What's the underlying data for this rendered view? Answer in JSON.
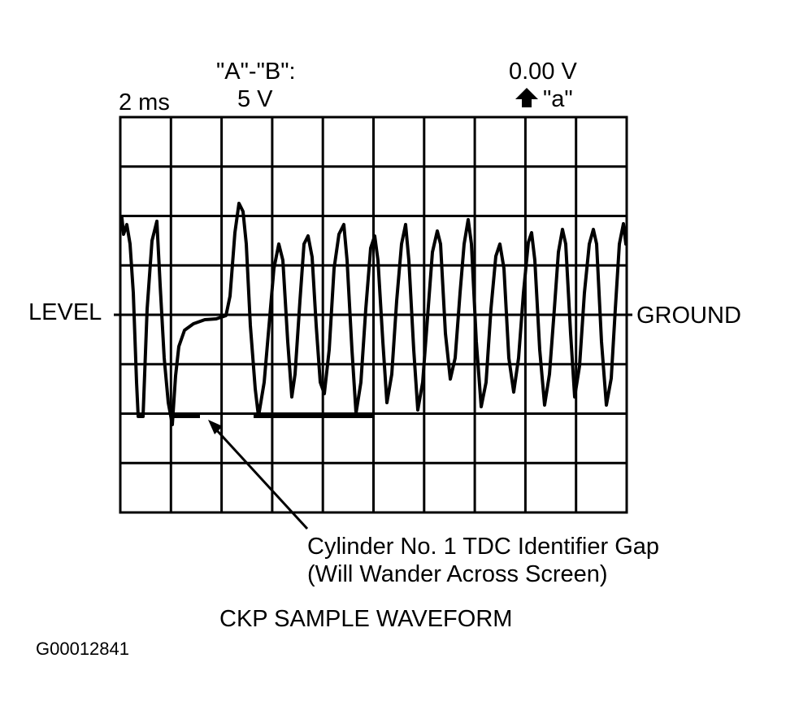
{
  "header": {
    "timebase": "2 ms",
    "channel": "\"A\"-\"B\":",
    "volts_per_div": "5 V",
    "ground_voltage": "0.00 V",
    "ground_marker": "\"a\""
  },
  "side_labels": {
    "left": "LEVEL",
    "right": "GROUND"
  },
  "annotation": {
    "line1": "Cylinder No. 1 TDC Identifier Gap",
    "line2": "(Will Wander Across Screen)"
  },
  "caption": "CKP SAMPLE WAVEFORM",
  "figure_id": "G00012841",
  "colors": {
    "ink": "#000000",
    "background": "#ffffff"
  }
}
